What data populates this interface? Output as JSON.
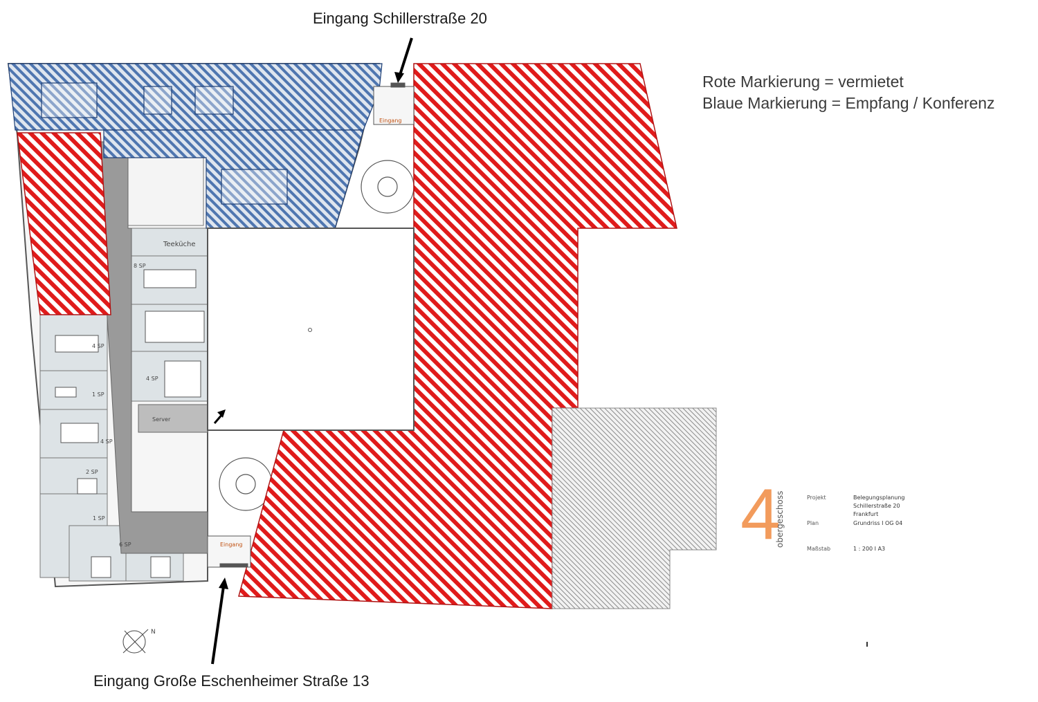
{
  "callouts": {
    "top_entrance": "Eingang Schillerstraße 20",
    "bottom_entrance": "Eingang Große Eschenheimer Straße 13"
  },
  "legend": {
    "red": "Rote Markierung = vermietet",
    "blue": "Blaue Markierung = Empfang / Konferenz"
  },
  "colors": {
    "rented": "#e01b1b",
    "reception": "#2b5aa0",
    "office_fill": "#dde3e6",
    "corridor": "#9a9a9a",
    "accent": "#f29b5c"
  },
  "rooms": {
    "teekueche": "Teeküche",
    "server": "Server",
    "sp8": "8 SP",
    "sp4a": "4 SP",
    "sp4b": "4 SP",
    "sp4c": "4 SP",
    "sp1a": "1 SP",
    "sp2": "2 SP",
    "sp1b": "1 SP",
    "sp6": "6 SP",
    "eingang_top": "Eingang",
    "eingang_bottom": "Eingang"
  },
  "title_block": {
    "floor_number": "4",
    "floor_word": "obergeschoss",
    "label_projekt": "Projekt",
    "value_projekt_1": "Belegungsplanung",
    "value_projekt_2": "Schillerstraße 20",
    "value_projekt_3": "Frankfurt",
    "label_plan": "Plan",
    "value_plan": "Grundriss I OG 04",
    "label_massstab": "Maßstab",
    "value_massstab": "1 : 200  I A3"
  }
}
